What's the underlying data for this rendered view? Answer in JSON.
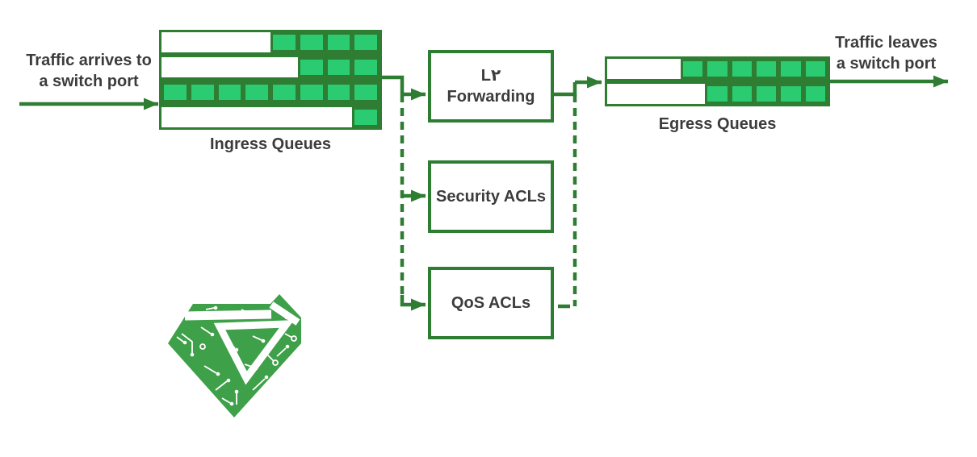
{
  "colors": {
    "fill": "#2bcb72",
    "line": "#2e7d32",
    "text": "#3c3c3c",
    "logo": "#3fa04a"
  },
  "labels": {
    "traffic_in_line1": "Traffic arrives to",
    "traffic_in_line2": "a switch port",
    "traffic_out_line1": "Traffic leaves",
    "traffic_out_line2": "a switch port",
    "ingress_queues": "Ingress Queues",
    "egress_queues": "Egress Queues"
  },
  "nodes": {
    "l2_forwarding": {
      "line1": "L۲",
      "line2": "Forwarding"
    },
    "security_acls": {
      "label": "Security ACLs"
    },
    "qos_acls": {
      "label": "QoS ACLs"
    }
  },
  "ingress_queues": {
    "columns": 8,
    "rows": [
      {
        "filled": 4
      },
      {
        "filled": 3
      },
      {
        "filled": 8
      },
      {
        "filled": 1
      }
    ]
  },
  "egress_queues": {
    "columns": 9,
    "rows": [
      {
        "filled": 6
      },
      {
        "filled": 5
      }
    ]
  },
  "logo": {
    "name": "circuit-gem-logo"
  }
}
